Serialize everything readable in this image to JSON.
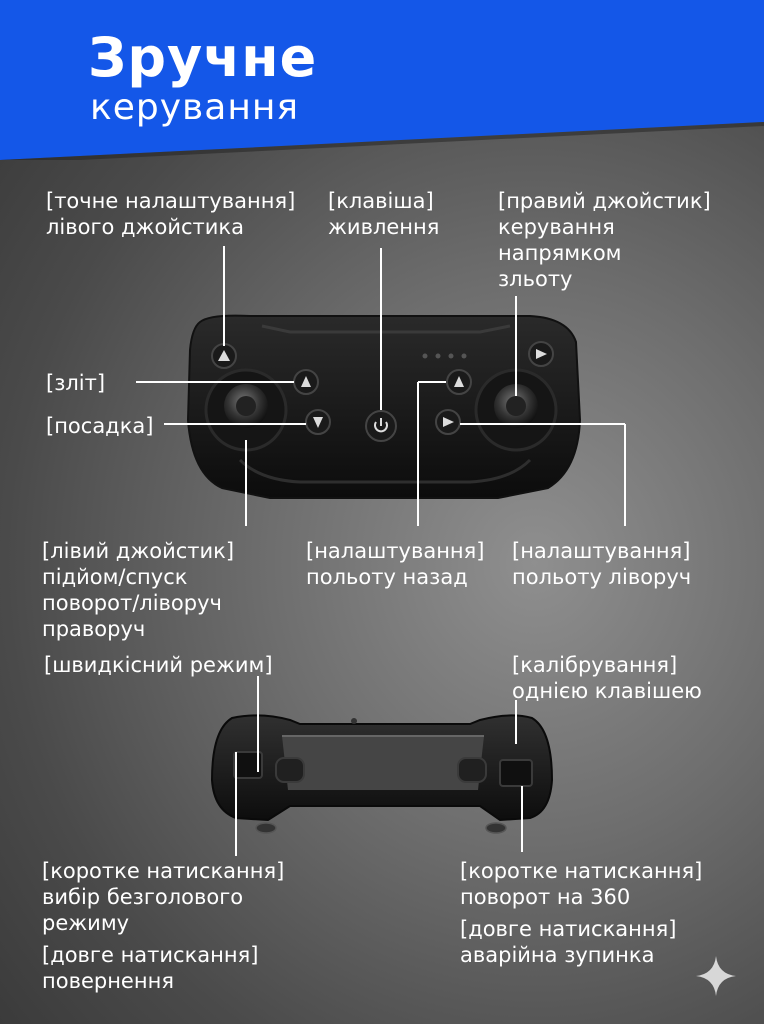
{
  "title": {
    "line1": "Зручне",
    "line2": "керування"
  },
  "colors": {
    "banner_blue": "#1457e8",
    "banner_dark": "#2b2b2b",
    "line": "#ffffff"
  },
  "labels": {
    "left_trim": {
      "line1": "[точне налаштування]",
      "line2": "лівого джойстика"
    },
    "power_key": {
      "line1": "[клавіша]",
      "line2": "живлення"
    },
    "right_stick": {
      "line1": "[правий джойстик]",
      "line2": "керування",
      "line3": "напрямком",
      "line4": "зльоту"
    },
    "takeoff": {
      "line1": "[зліт]"
    },
    "landing": {
      "line1": "[посадка]"
    },
    "left_stick": {
      "line1": "[лівий джойстик]",
      "line2": "підйом/спуск",
      "line3": "поворот/ліворуч",
      "line4": "праворуч"
    },
    "back_trim": {
      "line1": "[налаштування]",
      "line2": "польоту назад"
    },
    "left_trim_flight": {
      "line1": "[налаштування]",
      "line2": "польоту ліворуч"
    },
    "speed_mode": {
      "line1": "[швидкісний режим]"
    },
    "calibration": {
      "line1": "[калібрування]",
      "line2": "однією клавішею"
    },
    "headless": {
      "line1": "[коротке натискання]",
      "line2": "вибір безголового",
      "line3": "режиму",
      "line4": "[довге натискання]",
      "line5": "повернення"
    },
    "rotate": {
      "line1": "[коротке натискання]",
      "line2": "поворот на 360",
      "line3": "[довге натискання]",
      "line4": "аварійна зупинка"
    }
  },
  "icons": {
    "power": "power-icon",
    "sparkle": "sparkle-icon"
  }
}
